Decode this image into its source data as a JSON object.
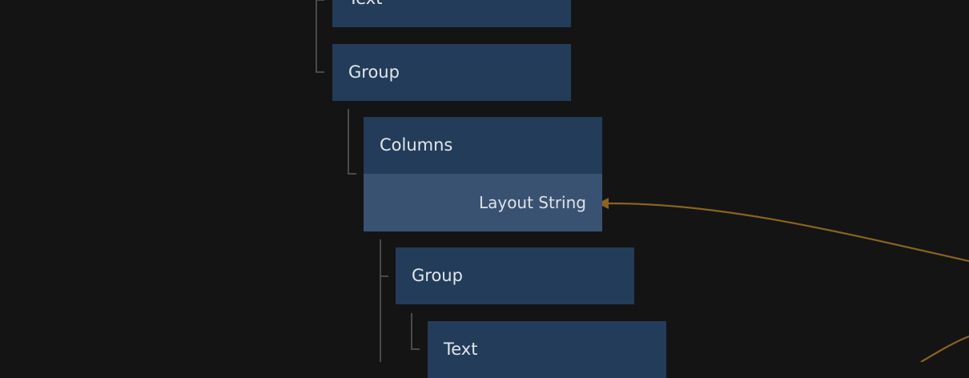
{
  "nodes": [
    {
      "title": "Text"
    },
    {
      "title": "Group"
    },
    {
      "title": "Columns",
      "port": "Layout String"
    },
    {
      "title": "Group"
    },
    {
      "title": "Text"
    }
  ],
  "colors": {
    "background": "#141414",
    "node": "#233c5a",
    "port": "#3a5272",
    "wire": "#8a6420",
    "tree_line": "#4a4a4a"
  }
}
